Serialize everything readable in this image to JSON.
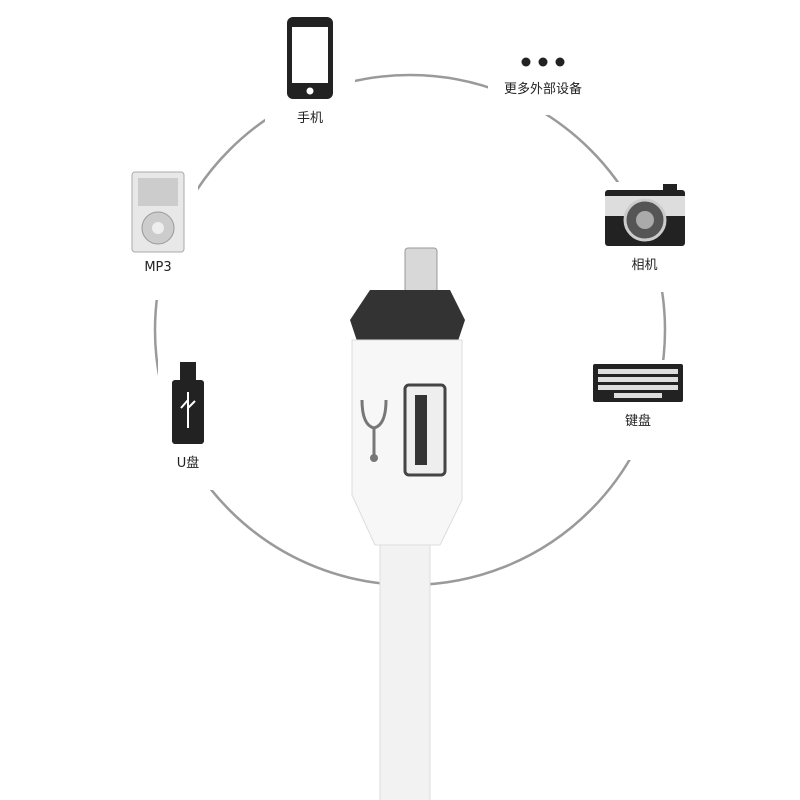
{
  "devices": {
    "phone": {
      "label": "手机",
      "icon": "smartphone-icon"
    },
    "more": {
      "label": "更多外部设备",
      "icon": "more-dots-icon"
    },
    "camera": {
      "label": "相机",
      "icon": "camera-icon"
    },
    "keyboard": {
      "label": "键盘",
      "icon": "keyboard-icon"
    },
    "usb_drive": {
      "label": "U盘",
      "icon": "usb-drive-icon"
    },
    "mp3": {
      "label": "MP3",
      "icon": "mp3-player-icon"
    }
  },
  "colors": {
    "ring": "#9a9a9a",
    "icon_dark": "#222222",
    "adapter": "#f4f4f4"
  }
}
